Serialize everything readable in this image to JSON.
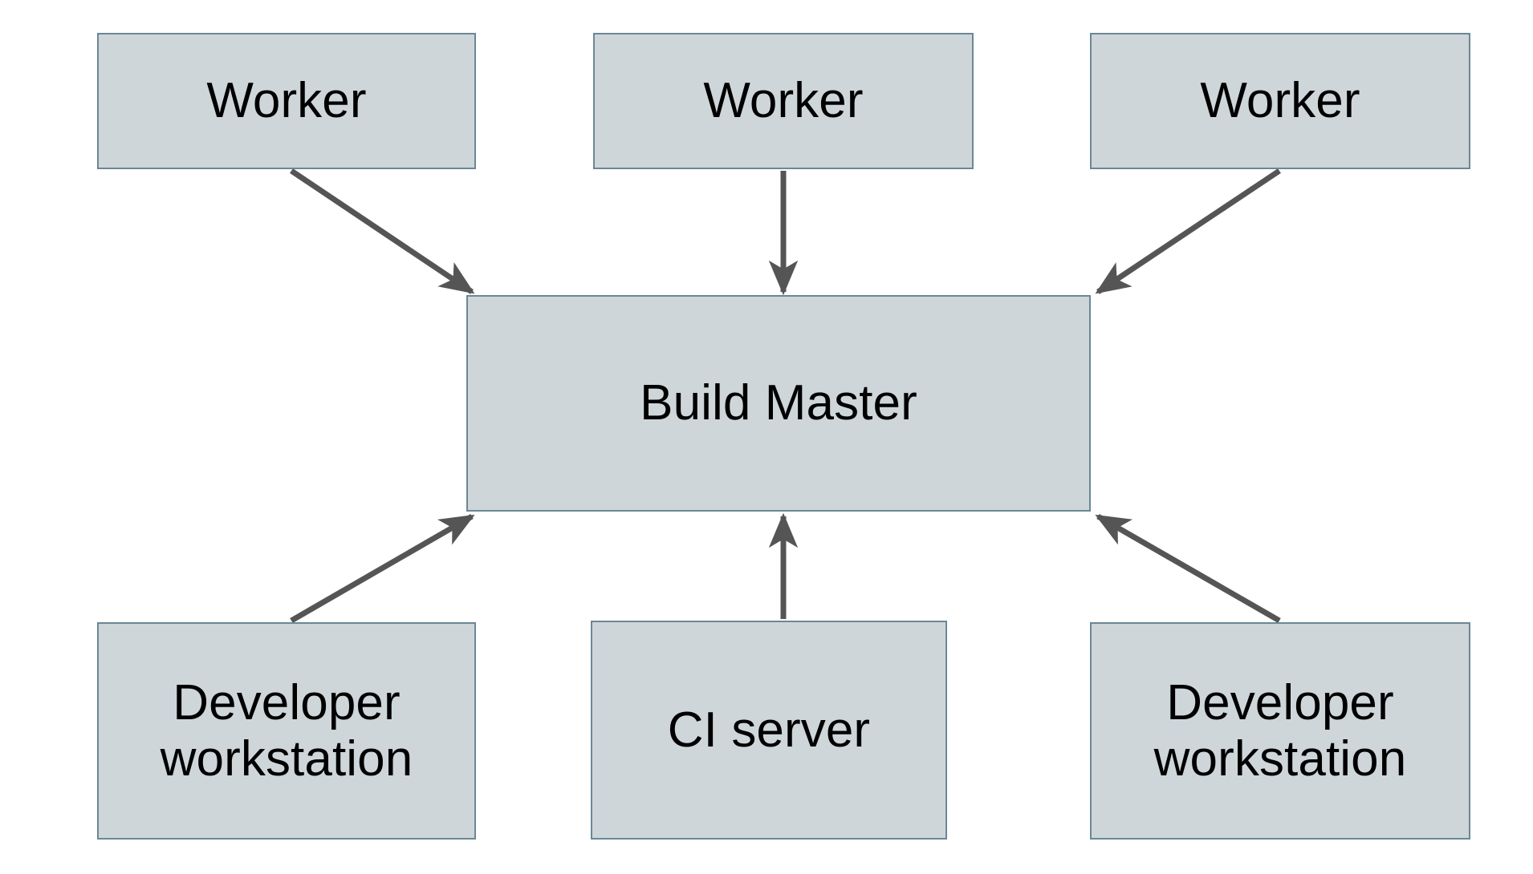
{
  "diagram": {
    "type": "block-architecture",
    "background_color": "#ffffff",
    "node_fill_color": "#ced6da",
    "node_border_color": "#6b8795",
    "edge_color": "#555555",
    "text_color": "#000000",
    "nodes": [
      {
        "id": "worker-1",
        "label": "Worker",
        "row": "top",
        "column": "left"
      },
      {
        "id": "worker-2",
        "label": "Worker",
        "row": "top",
        "column": "center"
      },
      {
        "id": "worker-3",
        "label": "Worker",
        "row": "top",
        "column": "right"
      },
      {
        "id": "build-master",
        "label": "Build Master",
        "row": "middle",
        "column": "center"
      },
      {
        "id": "dev-ws-left",
        "label": "Developer\nworkstation",
        "row": "bottom",
        "column": "left"
      },
      {
        "id": "ci-server",
        "label": "CI server",
        "row": "bottom",
        "column": "center"
      },
      {
        "id": "dev-ws-right",
        "label": "Developer\nworkstation",
        "row": "bottom",
        "column": "right"
      }
    ],
    "edges": [
      {
        "id": "edge-worker-1-to-build-master",
        "from": "worker-1",
        "to": "build-master",
        "direction": "down-right",
        "arrowhead": "target"
      },
      {
        "id": "edge-worker-2-to-build-master",
        "from": "worker-2",
        "to": "build-master",
        "direction": "down",
        "arrowhead": "target"
      },
      {
        "id": "edge-worker-3-to-build-master",
        "from": "worker-3",
        "to": "build-master",
        "direction": "down-left",
        "arrowhead": "target"
      },
      {
        "id": "edge-dev-ws-left-to-build-master",
        "from": "dev-ws-left",
        "to": "build-master",
        "direction": "up-right",
        "arrowhead": "target"
      },
      {
        "id": "edge-ci-server-to-build-master",
        "from": "ci-server",
        "to": "build-master",
        "direction": "up",
        "arrowhead": "target"
      },
      {
        "id": "edge-dev-ws-right-to-build-master",
        "from": "dev-ws-right",
        "to": "build-master",
        "direction": "up-left",
        "arrowhead": "target"
      }
    ]
  }
}
